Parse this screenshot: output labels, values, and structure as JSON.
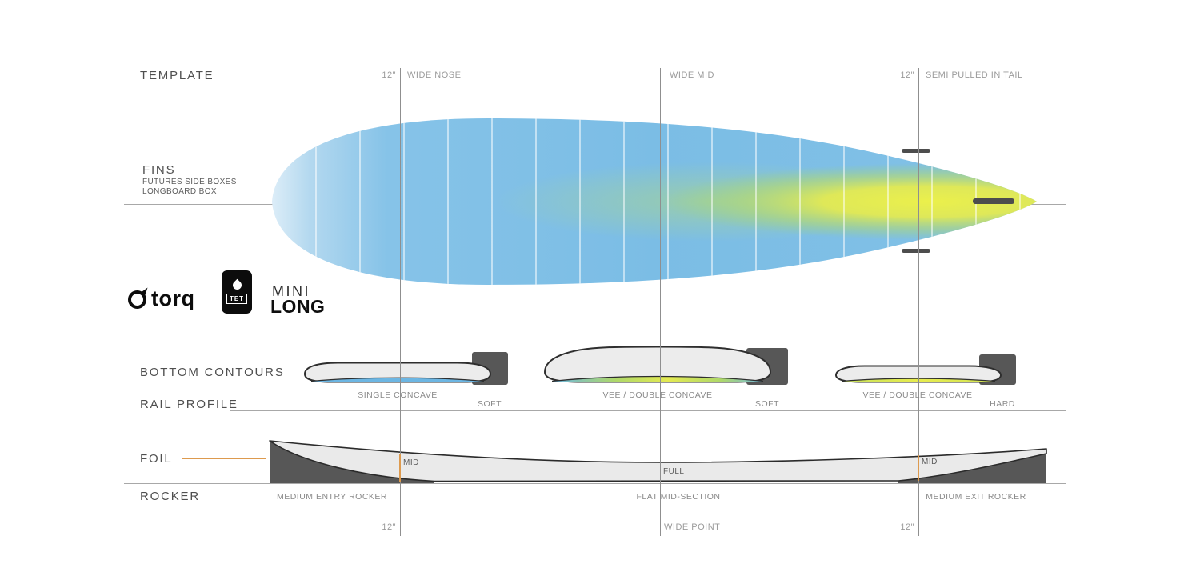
{
  "template_section": {
    "title": "TEMPLATE",
    "nose_marker": "12\"",
    "wide_nose": "WIDE NOSE",
    "wide_mid": "WIDE MID",
    "tail_marker": "12\"",
    "tail_label": "SEMI PULLED IN TAIL"
  },
  "fins_section": {
    "title": "FINS",
    "detail_line1": "FUTURES SIDE BOXES",
    "detail_line2": "LONGBOARD BOX"
  },
  "branding": {
    "brand": "torq",
    "badge": "TET",
    "model_top": "MINI",
    "model_bottom": "LONG"
  },
  "bottom_contours_section": {
    "title": "BOTTOM CONTOURS",
    "labels": [
      "SINGLE CONCAVE",
      "VEE / DOUBLE CONCAVE",
      "VEE / DOUBLE CONCAVE"
    ]
  },
  "rail_profile_section": {
    "title": "RAIL PROFILE",
    "labels": [
      "SOFT",
      "SOFT",
      "HARD"
    ]
  },
  "foil_section": {
    "title": "FOIL",
    "labels": [
      "MID",
      "FULL",
      "MID"
    ]
  },
  "rocker_section": {
    "title": "ROCKER",
    "labels": [
      "MEDIUM ENTRY ROCKER",
      "FLAT MID-SECTION",
      "MEDIUM EXIT ROCKER"
    ]
  },
  "bottom_markers": {
    "left": "12\"",
    "center": "WIDE POINT",
    "right": "12\""
  },
  "colors": {
    "board_blue": "#7fc0e6",
    "board_yellow": "#e6ec50",
    "accent_orange": "#dd9a4e",
    "dark_gray": "#575757",
    "slab_gray": "#ececec",
    "line_gray": "#a8a8a8",
    "title_gray": "#4f4f4f",
    "label_gray": "#8a8a8a"
  }
}
